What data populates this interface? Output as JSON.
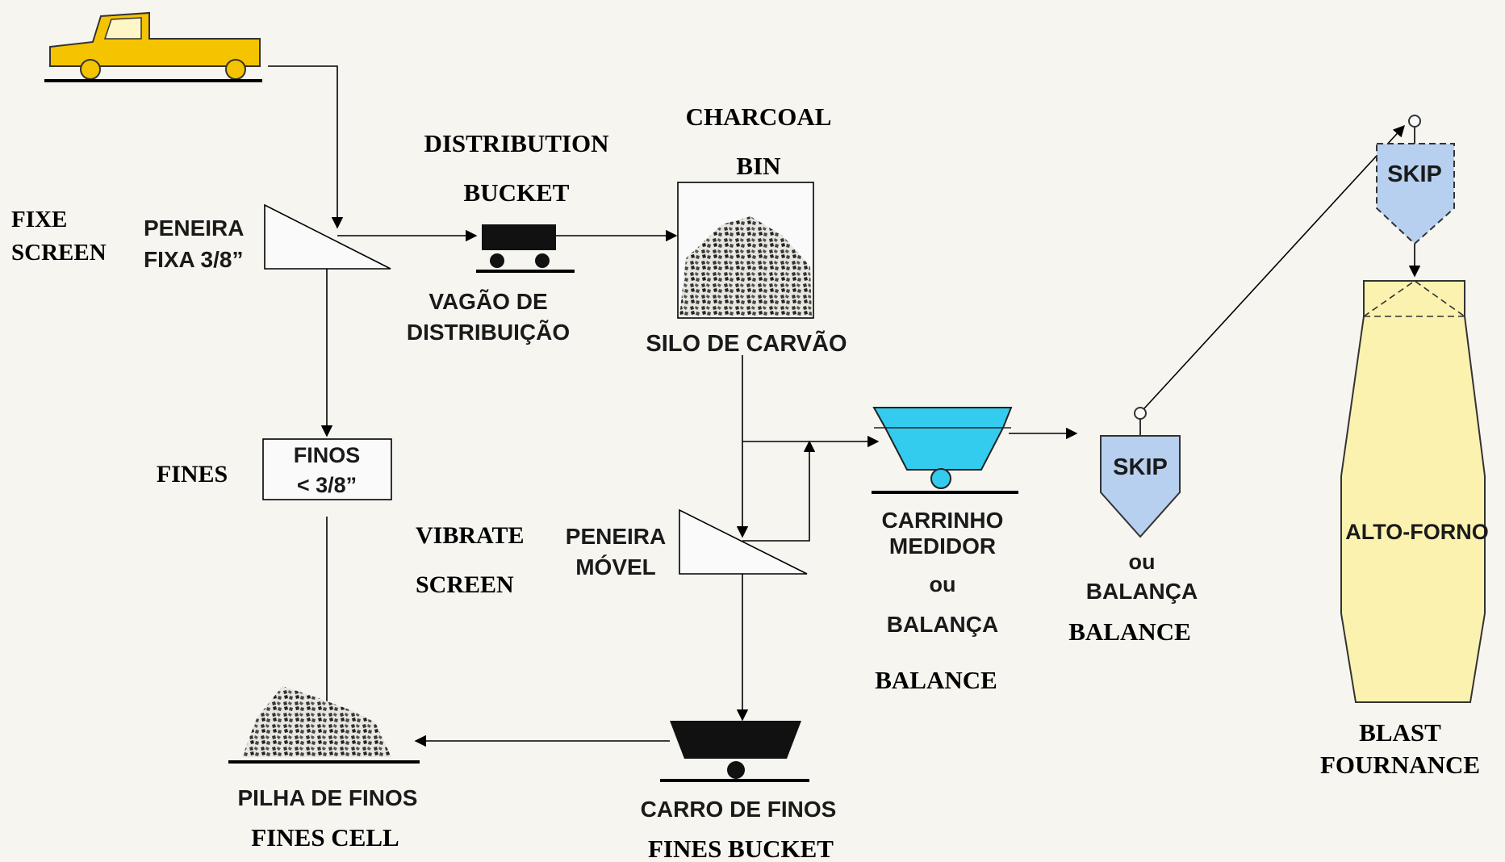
{
  "labels": {
    "fixe": "FIXE",
    "screen": "SCREEN",
    "peneira": "PENEIRA",
    "fixa": "FIXA 3/8”",
    "distribution": "DISTRIBUTION",
    "bucket": "BUCKET",
    "vagao1": "VAGÃO DE",
    "vagao2": "DISTRIBUIÇÃO",
    "charcoal": "CHARCOAL",
    "bin": "BIN",
    "silo": "SILO DE CARVÃO",
    "fines": "FINES",
    "finos1": "FINOS",
    "finos2": "< 3/8”",
    "vibrate": "VIBRATE",
    "vibrate_screen": "SCREEN",
    "peneira_movel1": "PENEIRA",
    "peneira_movel2": "MÓVEL",
    "carrinho1": "CARRINHO",
    "carrinho2": "MEDIDOR",
    "ou1": "ou",
    "balanca1": "BALANÇA",
    "balance1": "BALANCE",
    "skip": "SKIP",
    "ou2": "ou",
    "balanca2": "BALANÇA",
    "balance2": "BALANCE",
    "skip_top": "SKIP",
    "alto_forno": "ALTO-FORNO",
    "blast": "BLAST",
    "fournance": "FOURNANCE",
    "pilha": "PILHA DE FINOS",
    "fines_cell": "FINES CELL",
    "carro": "CARRO DE FINOS",
    "fines_bucket": "FINES BUCKET"
  },
  "colors": {
    "truck": "#f5c400",
    "carrinho": "#33ccee",
    "skip": "#b8d0f0",
    "furnace": "#fbf2b0",
    "background": "#f6f5f0"
  }
}
